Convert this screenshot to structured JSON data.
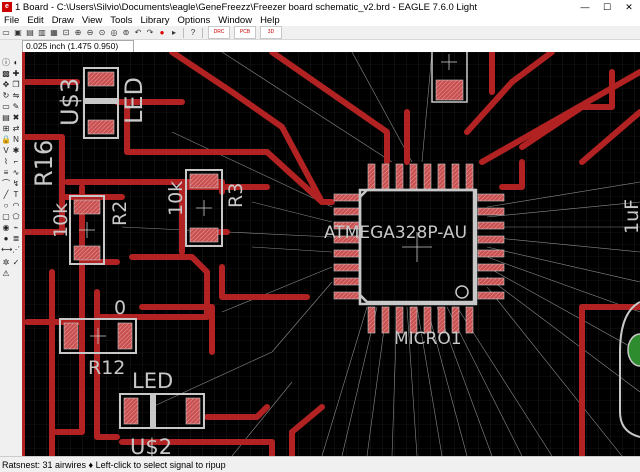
{
  "window": {
    "title": "1 Board - C:\\Users\\Silvio\\Documents\\eagle\\GeneFreezz\\Freezer board schematic_v2.brd - EAGLE 7.6.0 Light",
    "minimize": "—",
    "maximize": "☐",
    "close": "✕"
  },
  "menu": [
    "File",
    "Edit",
    "Draw",
    "View",
    "Tools",
    "Library",
    "Options",
    "Window",
    "Help"
  ],
  "coords": "0.025 inch (1.475 0.950)",
  "status": "Ratsnest: 31 airwires  ♦ Left-click to select signal to ripup",
  "board": {
    "chip_name": "ATMEGA328P-AU",
    "chip_package": "MICRO1",
    "labels": {
      "us3": "U$3",
      "led_top": "LED",
      "r16": "R16",
      "r2_val": "10k",
      "r2": "R2",
      "r3_val": "10k",
      "r3": "R3",
      "r12_val": "0",
      "r12": "R12",
      "led_bottom": "LED",
      "us2": "U$2",
      "right_edge": "1uF"
    }
  },
  "colors": {
    "trace": "#b22222",
    "pad": "#c85050",
    "silk": "#c8c8c8",
    "background": "#000000",
    "grid": "#2a2a2a"
  }
}
